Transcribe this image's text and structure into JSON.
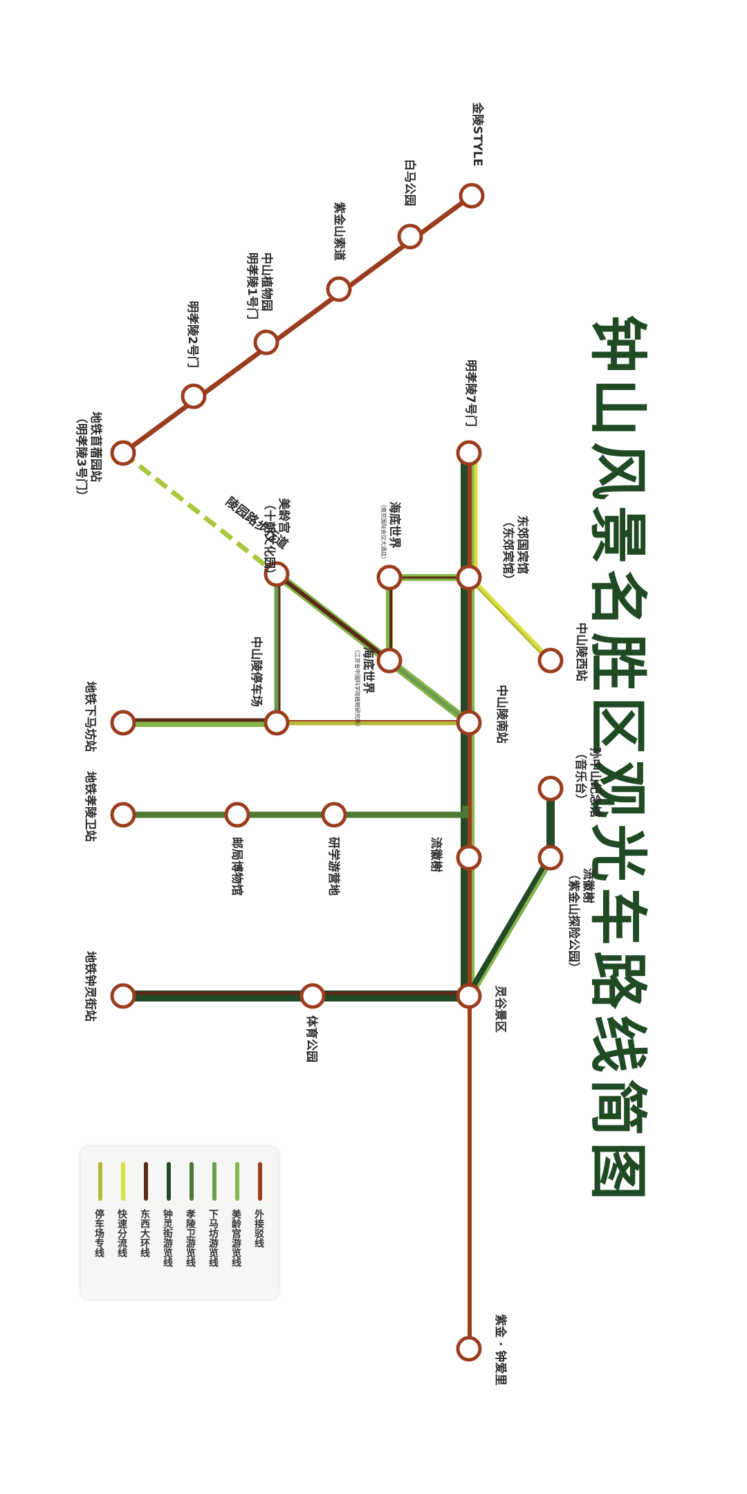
{
  "title": "钟山风景名胜区观光车路线简图",
  "colors": {
    "outer": "#9a3d1f",
    "meiling": "#86b64a",
    "xiamafang": "#6c9c4c",
    "xiaoling": "#4c7a34",
    "zhongling": "#234a26",
    "dongxi": "#5a2a18",
    "kuaisu": "#d8e040",
    "parking": "#b8b838",
    "walk": "#a8c83c"
  },
  "stations": {
    "jinling_style": "金陵STYLE",
    "baima": "白马公园",
    "suodao": "紫金山索道",
    "zhiwuyuan_1": "中山植物园",
    "zhiwuyuan_2": "明孝陵1号门",
    "gate2": "明孝陵2号门",
    "shoudu_1": "地铁苜蓿园站",
    "shoudu_2": "（明孝陵3号门）",
    "gate7": "明孝陵7号门",
    "dongjiao_1": "东郊国宾馆",
    "dongjiao_2": "（东郊宾馆）",
    "haidi1": "海底世界",
    "haidi1_sub": "（南京国际会议大酒店）",
    "meiling_1": "美龄宫",
    "meiling_2": "（十朝文化园）",
    "haidi2": "海底世界",
    "haidi2_sub": "（江苏省中国科学院植物研究所）",
    "zsl_west": "中山陵西站",
    "zsl_parking": "中山陵停车场",
    "zsl_south": "中山陵南站",
    "xiamafang": "地铁下马坊站",
    "xiaolingwei": "地铁孝陵卫站",
    "post_museum": "邮局博物馆",
    "yanxue": "研学游营地",
    "liuhui": "流徽榭",
    "sun_1": "孙中山纪念馆",
    "sun_2": "（音乐台）",
    "liuhui2_1": "流徽榭",
    "liuhui2_2": "（紫金山探险公园）",
    "linggu": "灵谷景区",
    "zhonglingjie": "地铁钟灵街站",
    "tiyu": "体育公园",
    "zijin": "紫金 · 钟爱里",
    "walkway": "陵园路步行道"
  },
  "legend": [
    {
      "label": "外接驳线",
      "color": "#9a3d1f"
    },
    {
      "label": "美龄宫游览线",
      "color": "#86b64a"
    },
    {
      "label": "下马坊游览线",
      "color": "#6c9c4c"
    },
    {
      "label": "孝陵卫游览线",
      "color": "#4c7a34"
    },
    {
      "label": "钟灵街游览线",
      "color": "#234a26"
    },
    {
      "label": "东西大环线",
      "color": "#5a2a18"
    },
    {
      "label": "快速分流线",
      "color": "#d8e040"
    },
    {
      "label": "停车场专线",
      "color": "#b8b838"
    }
  ]
}
